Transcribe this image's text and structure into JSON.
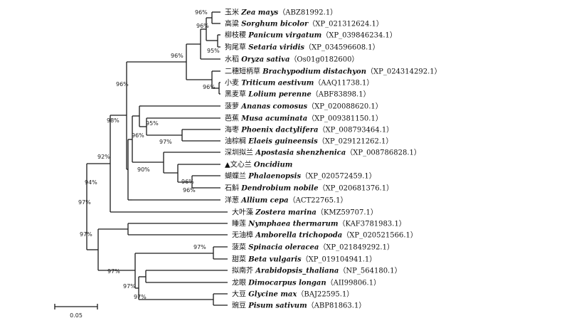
{
  "tree": {
    "leaves": [
      {
        "chinese": "玉米",
        "species": "Zea mays",
        "accession": "（ABZ81992.1）"
      },
      {
        "chinese": "高粱",
        "species": "Sorghum bicolor",
        "accession": "（XP_021312624.1）"
      },
      {
        "chinese": "柳枝稷",
        "species": "Panicum virgatum",
        "accession": "（XP_039846234.1）"
      },
      {
        "chinese": "狗尾草",
        "species": "Setaria viridis",
        "accession": "（XP_034596608.1）"
      },
      {
        "chinese": "水稻",
        "species": "Oryza sativa",
        "accession": "（Os01g0182600）"
      },
      {
        "chinese": "二穗短柄草",
        "species": "Brachypodium distachyon",
        "accession": "（XP_024314292.1）"
      },
      {
        "chinese": "小麦",
        "species": "Triticum aestivum",
        "accession": "（AAQ11738.1）"
      },
      {
        "chinese": "黑麦草",
        "species": "Lolium perenne",
        "accession": "（ABF83898.1）"
      },
      {
        "chinese": "菠萝",
        "species": "Ananas comosus",
        "accession": "（XP_020088620.1）"
      },
      {
        "chinese": "芭蕉",
        "species": "Musa acuminata",
        "accession": "（XP_009381150.1）"
      },
      {
        "chinese": "海枣",
        "species": "Phoenix dactylifera",
        "accession": "（XP_008793464.1）"
      },
      {
        "chinese": "油棕榈",
        "species": "Elaeis guineensis",
        "accession": "（XP_029121262.1）"
      },
      {
        "chinese": "深圳拟兰",
        "species": "Apostasia shenzhenica",
        "accession": "（XP_008786828.1）"
      },
      {
        "chinese": "▲文心兰",
        "species": "Oncidium",
        "accession": ""
      },
      {
        "chinese": "蝴蝶兰",
        "species": "Phalaenopsis",
        "accession": "（XP_020572459.1）"
      },
      {
        "chinese": "石斛",
        "species": "Dendrobium nobile",
        "accession": "（XP_020681376.1）"
      },
      {
        "chinese": "洋葱",
        "species": "Allium cepa",
        "accession": "（ACT22765.1）"
      },
      {
        "chinese": "大叶藻",
        "species": "Zostera marina",
        "accession": "（KMZ59707.1）"
      },
      {
        "chinese": "睡莲",
        "species": "Nymphaea thermarum",
        "accession": "（KAF3781983.1）"
      },
      {
        "chinese": "无油樟",
        "species": "Amborella trichopoda",
        "accession": "（XP_020521566.1）"
      },
      {
        "chinese": "菠菜",
        "species": "Spinacia oleracea",
        "accession": "（XP_021849292.1）"
      },
      {
        "chinese": "甜菜",
        "species": "Beta vulgaris",
        "accession": "（XP_019104941.1）"
      },
      {
        "chinese": "拟南芥",
        "species": "Arabidopsis_thaliana",
        "accession": "（NP_564180.1）"
      },
      {
        "chinese": "龙眼",
        "species": "Dimocarpus longan",
        "accession": "（AII99806.1）"
      },
      {
        "chinese": "大豆",
        "species": "Glycine max",
        "accession": "（BAJ22595.1）"
      },
      {
        "chinese": "豌豆",
        "species": "Pisum sativum",
        "accession": "（ABP81863.1）"
      }
    ],
    "bootstrap": [
      "96%",
      "96%",
      "95%",
      "96%",
      "96%",
      "96%",
      "98%",
      "95%",
      "96%",
      "97%",
      "90%",
      "96%",
      "96%",
      "92%",
      "94%",
      "97%",
      "97%",
      "97%",
      "97%",
      "97%",
      "97%"
    ],
    "scale_bar": "0.05"
  }
}
